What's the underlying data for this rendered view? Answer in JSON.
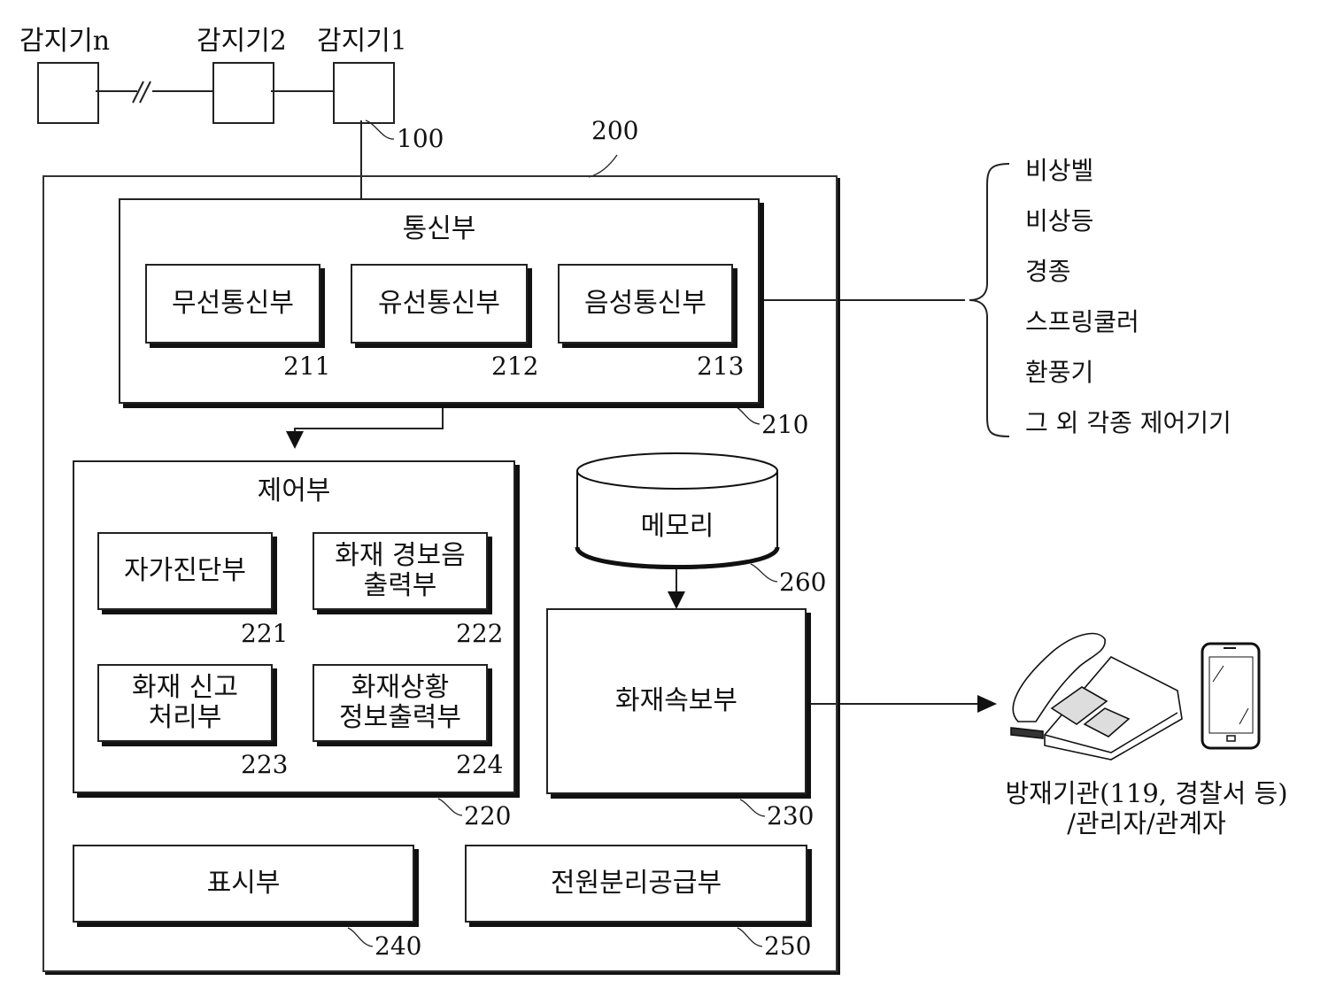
{
  "sensors": {
    "n": {
      "label": "감지기n"
    },
    "two": {
      "label": "감지기2"
    },
    "one": {
      "label": "감지기1"
    },
    "ref": "100"
  },
  "system": {
    "ref": "200",
    "comm": {
      "title": "통신부",
      "ref": "210",
      "units": [
        {
          "label": "무선통신부",
          "ref": "211"
        },
        {
          "label": "유선통신부",
          "ref": "212"
        },
        {
          "label": "음성통신부",
          "ref": "213"
        }
      ]
    },
    "control": {
      "title": "제어부",
      "ref": "220",
      "units": [
        {
          "label": "자가진단부",
          "ref": "221"
        },
        {
          "label": "화재 경보음\n출력부",
          "line1": "화재 경보음",
          "line2": "출력부",
          "ref": "222"
        },
        {
          "label": "화재 신고\n처리부",
          "line1": "화재 신고",
          "line2": "처리부",
          "ref": "223"
        },
        {
          "label": "화재상황\n정보출력부",
          "line1": "화재상황",
          "line2": "정보출력부",
          "ref": "224"
        }
      ]
    },
    "memory": {
      "label": "메모리",
      "ref": "260"
    },
    "fire_report": {
      "label": "화재속보부",
      "ref": "230"
    },
    "display": {
      "label": "표시부",
      "ref": "240"
    },
    "power": {
      "label": "전원분리공급부",
      "ref": "250"
    }
  },
  "controlled_devices": [
    "비상벨",
    "비상등",
    "경종",
    "스프링쿨러",
    "환풍기",
    "그 외 각종 제어기기"
  ],
  "recipient": {
    "line1": "방재기관(119, 경찰서 등)",
    "line2": "/관리자/관계자",
    "icons": [
      "desk-phone-icon",
      "smartphone-icon"
    ]
  }
}
